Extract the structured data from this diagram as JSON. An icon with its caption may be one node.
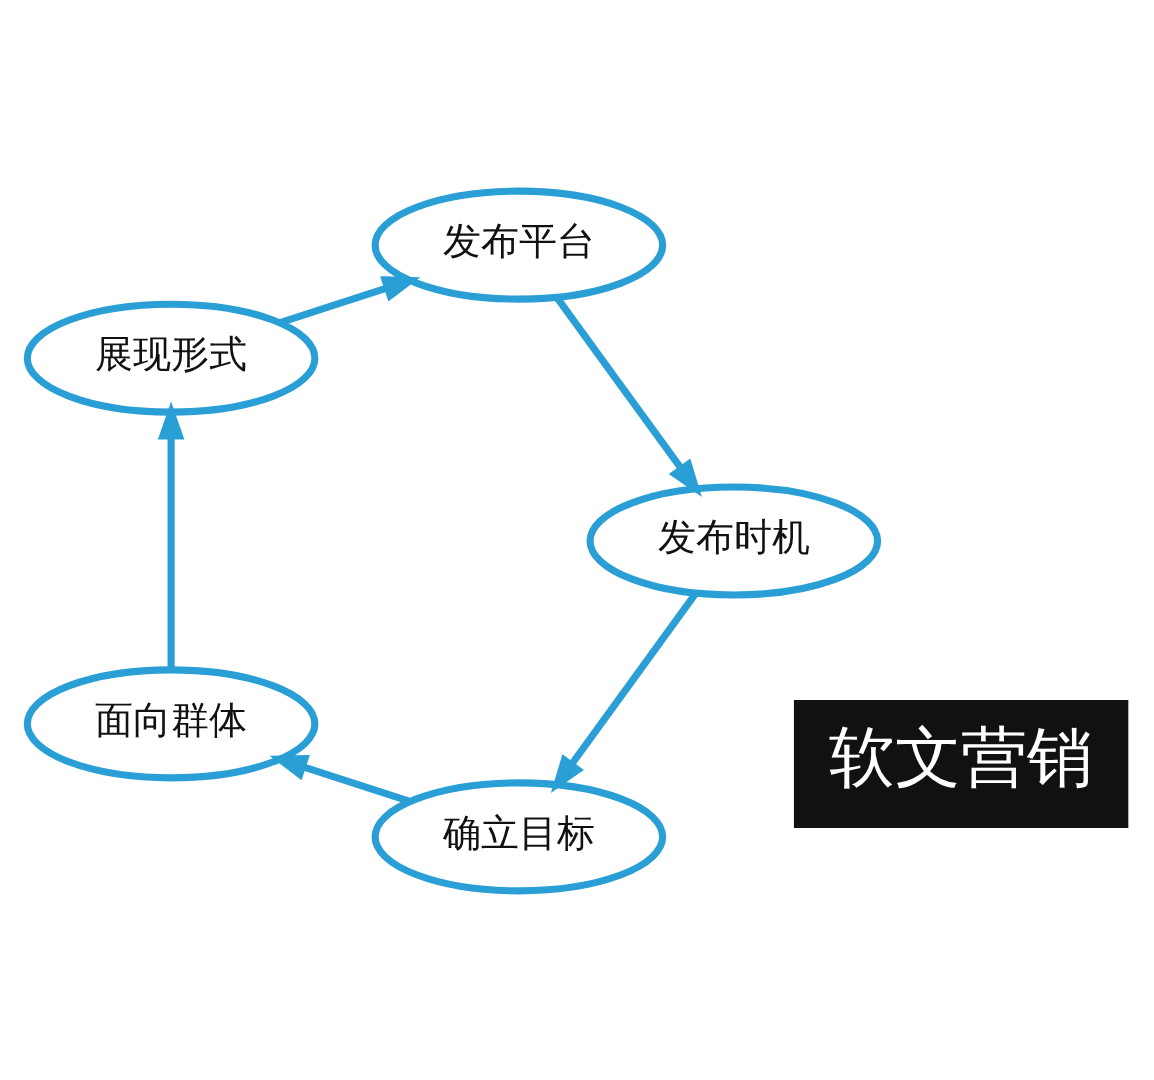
{
  "diagram": {
    "nodes": [
      {
        "text": [
          "软文营销"
        ]
      },
      {
        "text": [
          "确立目标"
        ]
      },
      {
        "text": [
          "面向群体"
        ]
      },
      {
        "text": [
          "展现形式"
        ]
      },
      {
        "text": [
          "发布平台"
        ]
      },
      {
        "text": [
          "发布时机"
        ]
      }
    ],
    "edges": [
      {
        "from": 1,
        "to": 2,
        "arrow": "to"
      },
      {
        "from": 2,
        "to": 3,
        "arrow": "to"
      },
      {
        "from": 3,
        "to": 4,
        "arrow": "to"
      },
      {
        "from": 4,
        "to": 5,
        "arrow": "to"
      },
      {
        "from": 5,
        "to": 1,
        "arrow": "to"
      }
    ]
  }
}
